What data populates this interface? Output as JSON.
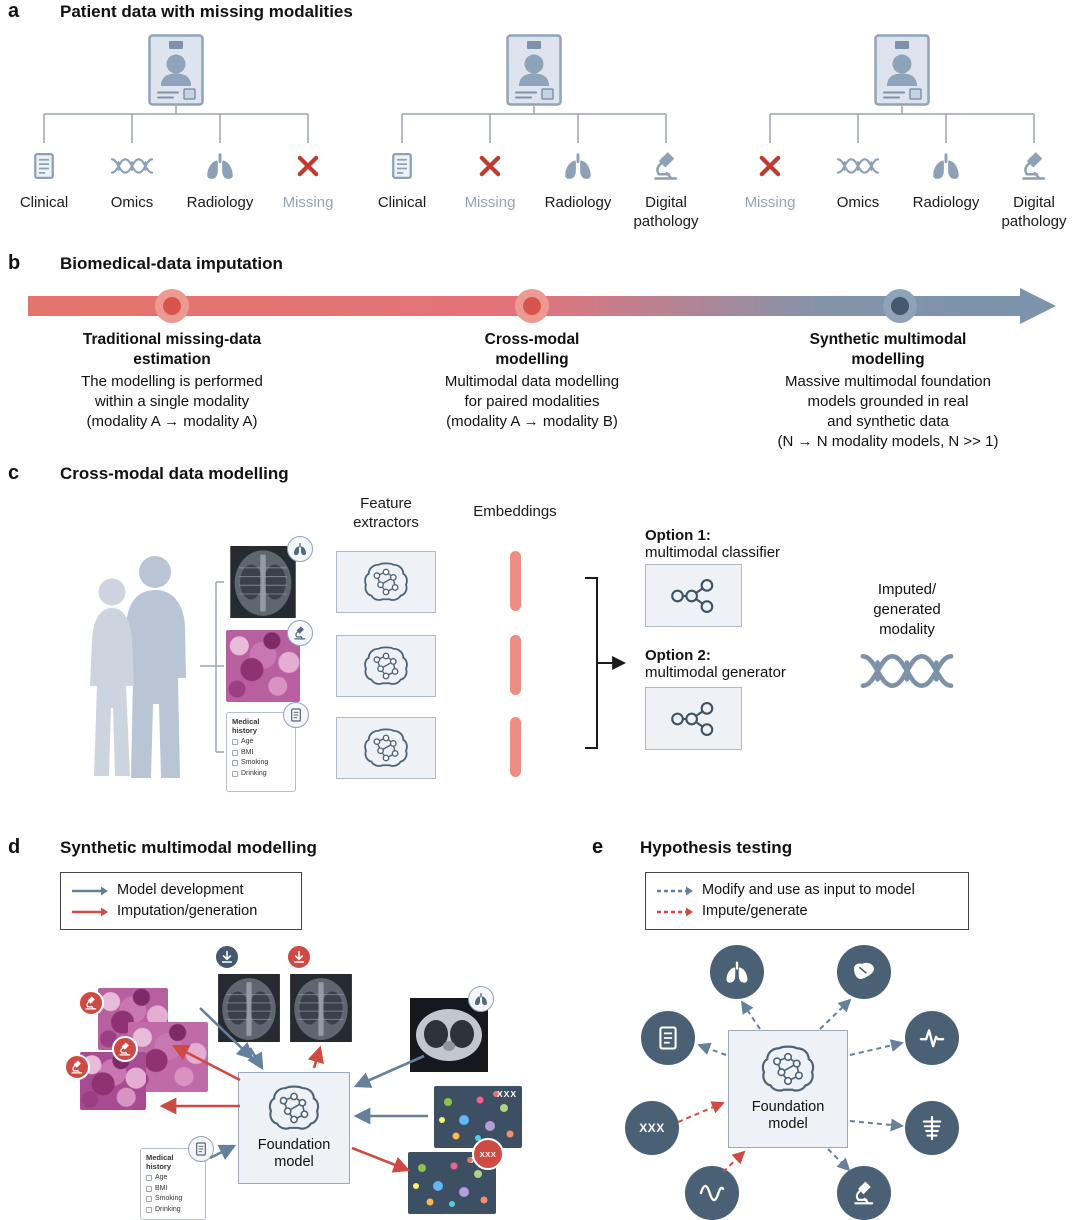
{
  "figure": {
    "colors": {
      "salmon": "#e4756c",
      "blue_gray": "#7b93ab",
      "dark_blue": "#44596d",
      "red": "#cf4a42",
      "icon_blue": "#8ca1b8",
      "missing_text": "#93a3b8",
      "box_fill": "#eef1f5"
    }
  },
  "panel_a": {
    "label": "a",
    "title": "Patient data with missing modalities",
    "patients": [
      {
        "modalities": [
          {
            "label": "Clinical",
            "icon": "clinical-icon"
          },
          {
            "label": "Omics",
            "icon": "dna-icon"
          },
          {
            "label": "Radiology",
            "icon": "lungs-icon"
          },
          {
            "label": "Missing",
            "icon": "missing-x-icon"
          }
        ]
      },
      {
        "modalities": [
          {
            "label": "Clinical",
            "icon": "clinical-icon"
          },
          {
            "label": "Missing",
            "icon": "missing-x-icon"
          },
          {
            "label": "Radiology",
            "icon": "lungs-icon"
          },
          {
            "label": "Digital\npathology",
            "icon": "microscope-icon"
          }
        ]
      },
      {
        "modalities": [
          {
            "label": "Missing",
            "icon": "missing-x-icon"
          },
          {
            "label": "Omics",
            "icon": "dna-icon"
          },
          {
            "label": "Radiology",
            "icon": "lungs-icon"
          },
          {
            "label": "Digital\npathology",
            "icon": "microscope-icon"
          }
        ]
      }
    ]
  },
  "panel_b": {
    "label": "b",
    "title": "Biomedical-data imputation",
    "stages": [
      {
        "title": "Traditional missing-data\nestimation",
        "description": "The modelling is performed\nwithin a single modality\n(modality A → modality A)"
      },
      {
        "title": "Cross-modal\nmodelling",
        "description": "Multimodal data modelling\nfor paired modalities\n(modality A → modality B)"
      },
      {
        "title": "Synthetic multimodal\nmodelling",
        "description": "Massive multimodal foundation\nmodels grounded in real\nand synthetic data\n(N → N modality models, N >> 1)"
      }
    ]
  },
  "panel_c": {
    "label": "c",
    "title": "Cross-modal data modelling",
    "feature_extractors_label": "Feature\nextractors",
    "embeddings_label": "Embeddings",
    "options": [
      {
        "title": "Option 1:",
        "subtitle": "multimodal classifier"
      },
      {
        "title": "Option 2:",
        "subtitle": "multimodal generator"
      }
    ],
    "output_label": "Imputed/\ngenerated\nmodality",
    "medical_history_card": {
      "title": "Medical\nhistory",
      "fields": [
        "Age",
        "BMI",
        "Smoking",
        "Drinking"
      ]
    }
  },
  "panel_d": {
    "label": "d",
    "title": "Synthetic multimodal modelling",
    "legend": [
      {
        "label": "Model development",
        "arrow": "solid-blue"
      },
      {
        "label": "Imputation/generation",
        "arrow": "solid-red"
      }
    ],
    "foundation_model_label": "Foundation\nmodel",
    "omics_box_labels": [
      "XXX",
      "XXX"
    ],
    "omics_badge_label": "XXX",
    "medical_history_card": {
      "title": "Medical\nhistory",
      "fields": [
        "Age",
        "BMI",
        "Smoking",
        "Drinking"
      ]
    }
  },
  "panel_e": {
    "label": "e",
    "title": "Hypothesis testing",
    "legend": [
      {
        "label": "Modify and use as input to model",
        "arrow": "dashed-blue"
      },
      {
        "label": "Impute/generate",
        "arrow": "dashed-red"
      }
    ],
    "foundation_model_label": "Foundation\nmodel",
    "xxx_label": "XXX"
  }
}
